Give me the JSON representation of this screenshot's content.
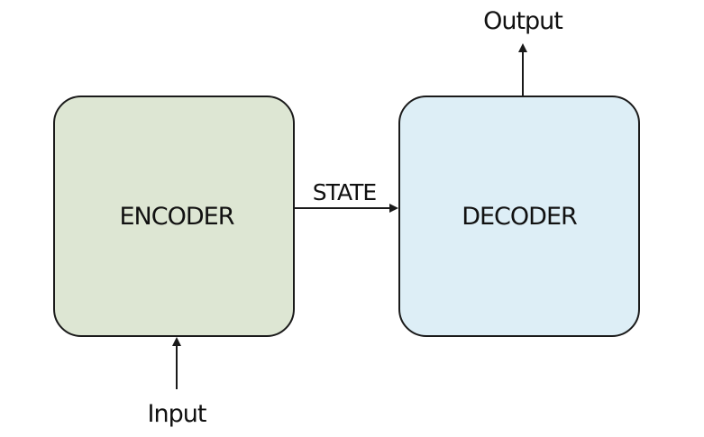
{
  "diagram": {
    "nodes": {
      "encoder": {
        "label": "ENCODER",
        "fill": "#dde6d3"
      },
      "decoder": {
        "label": "DECODER",
        "fill": "#ddeef6"
      }
    },
    "edges": {
      "state": {
        "label": "STATE"
      }
    },
    "io": {
      "input": {
        "label": "Input"
      },
      "output": {
        "label": "Output"
      }
    },
    "stroke_color": "#1a1a1a"
  }
}
